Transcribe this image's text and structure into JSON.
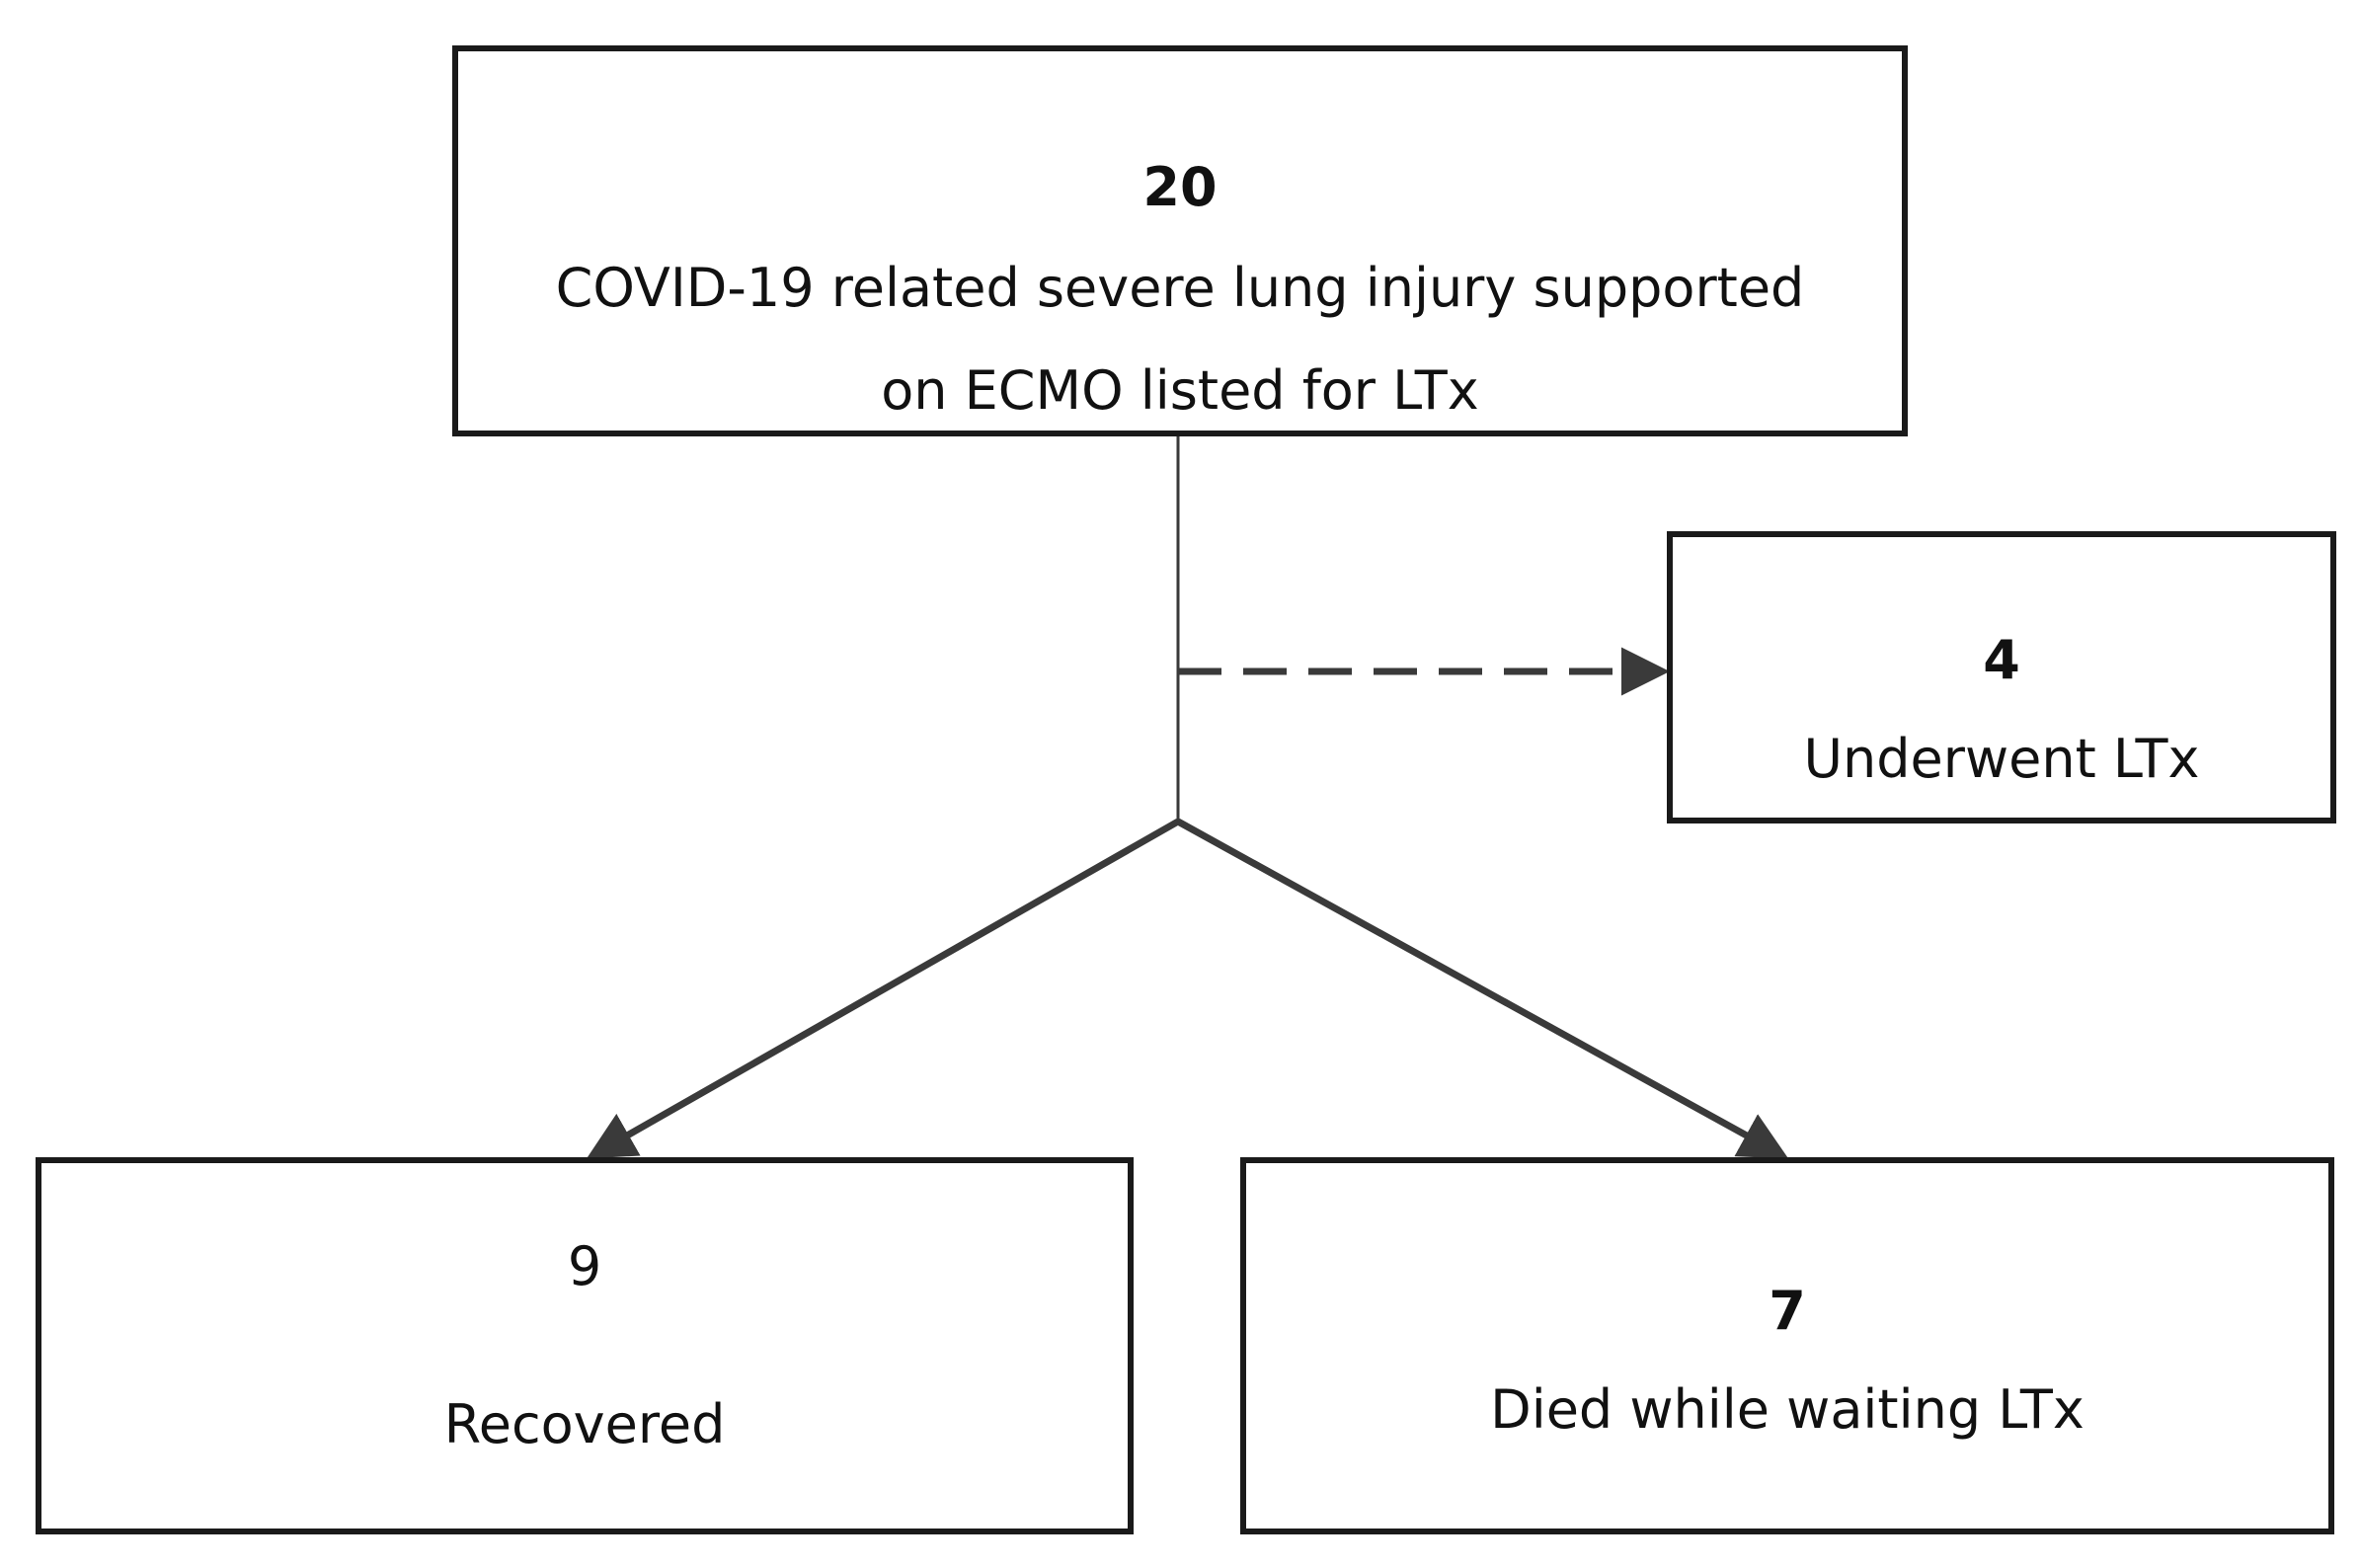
{
  "top_box": {
    "count": "20",
    "label_line1": "COVID-19 related severe lung injury supported",
    "label_line2": "on ECMO listed for LTx"
  },
  "transplant_box": {
    "count": "4",
    "label": "Underwent LTx"
  },
  "recovered_box": {
    "count": "9",
    "label": "Recovered"
  },
  "died_box": {
    "count": "7",
    "label": "Died while waiting LTx"
  },
  "colors": {
    "stroke": "#3a3a3a",
    "border": "#1a1a1a",
    "text": "#111111",
    "background": "#ffffff"
  }
}
